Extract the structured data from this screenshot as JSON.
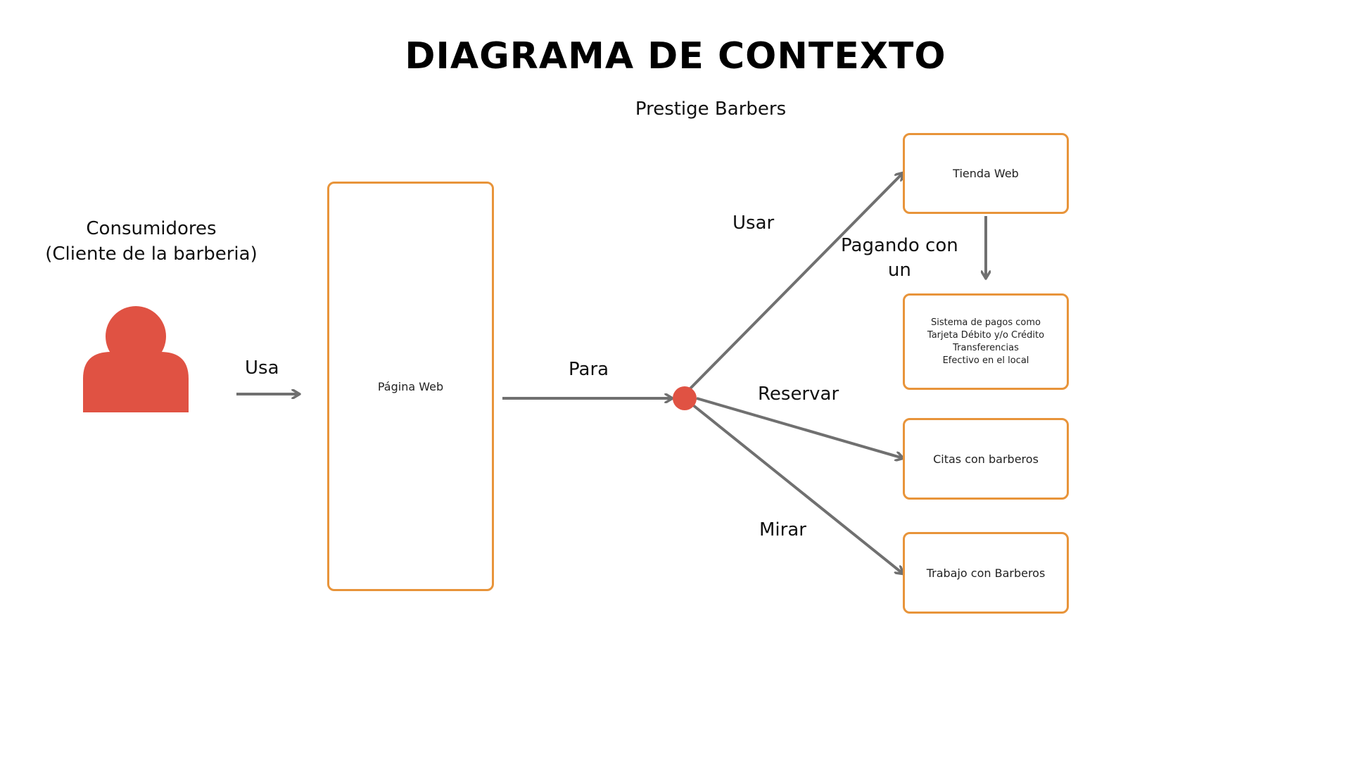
{
  "title": "DIAGRAMA DE CONTEXTO",
  "subtitle": "Prestige Barbers",
  "actor": {
    "line1": "Consumidores",
    "line2": "(Cliente de la barberia)",
    "icon": "person-icon",
    "color": "#e05243"
  },
  "nodes": {
    "web_page": "Página Web",
    "tienda_web": "Tienda Web",
    "payment_system": [
      "Sistema de pagos como",
      "Tarjeta Débito y/o Crédito",
      "Transferencias",
      "Efectivo en el local"
    ],
    "citas": "Citas con barberos",
    "trabajo": "Trabajo con Barberos"
  },
  "edges": {
    "usa": "Usa",
    "para": "Para",
    "usar": "Usar",
    "pagando_line1": "Pagando con",
    "pagando_line2": "un",
    "reservar": "Reservar",
    "mirar": "Mirar"
  },
  "colors": {
    "box_border": "#e8943a",
    "arrow": "#707070",
    "junction": "#e05243"
  }
}
